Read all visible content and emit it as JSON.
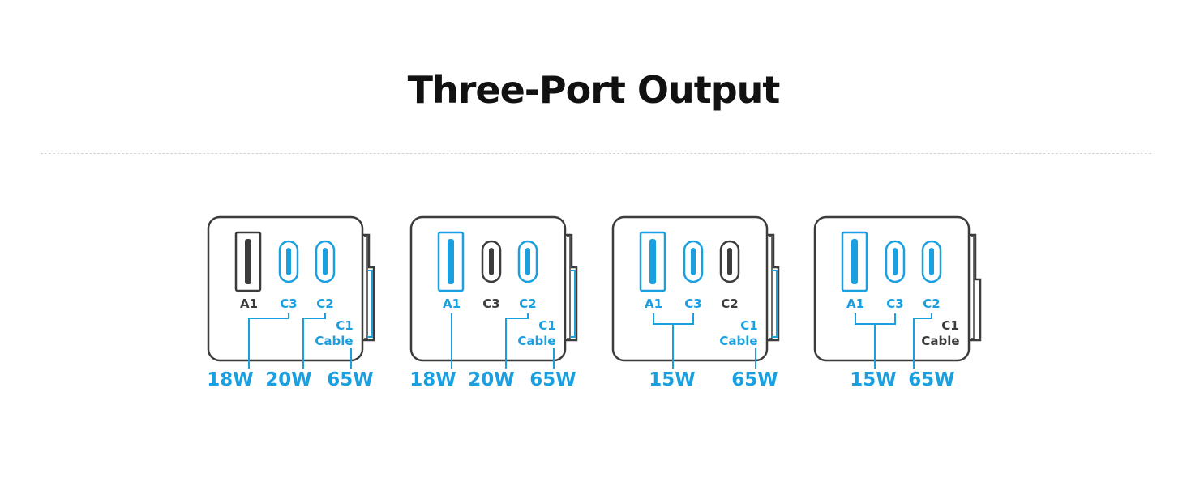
{
  "title": "Three-Port Output",
  "colors": {
    "active": "#1aa0e0",
    "inactive": "#3c3c3c"
  },
  "ports": [
    "A1",
    "C3",
    "C2",
    "C1",
    "Cable"
  ],
  "configs": [
    {
      "active": {
        "A1": false,
        "C3": true,
        "C2": true,
        "C1": true
      },
      "watts": [
        "18W",
        "20W",
        "65W"
      ]
    },
    {
      "active": {
        "A1": true,
        "C3": false,
        "C2": true,
        "C1": true
      },
      "watts": [
        "18W",
        "20W",
        "65W"
      ]
    },
    {
      "active": {
        "A1": true,
        "C3": true,
        "C2": false,
        "C1": true
      },
      "watts": [
        "15W",
        "65W"
      ]
    },
    {
      "active": {
        "A1": true,
        "C3": true,
        "C2": true,
        "C1": false
      },
      "watts": [
        "15W",
        "65W"
      ]
    }
  ]
}
